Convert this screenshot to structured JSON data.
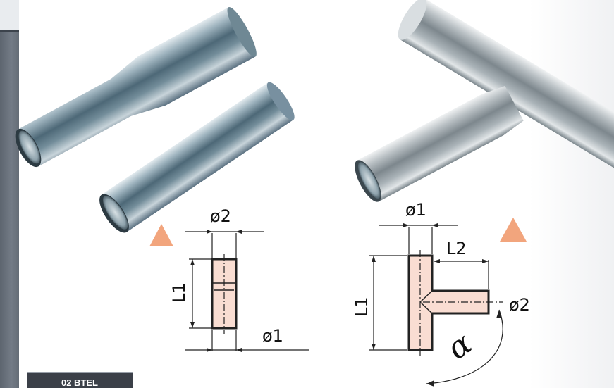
{
  "code_label": "02 BTEL",
  "reducer_drawing": {
    "diameter_top": "ø2",
    "length": "L1",
    "diameter_bottom": "ø1"
  },
  "tee_drawing": {
    "diameter_main": "ø1",
    "branch_length": "L2",
    "length": "L1",
    "diameter_branch": "ø2",
    "angle": "α"
  },
  "colors": {
    "sidebar": "#6a727c",
    "code_tab": "#3b4048",
    "marker_triangle": "#f2a57d",
    "drawing_fill": "#f9ddd2",
    "drawing_outline": "#222222"
  },
  "icons": {
    "marker": "warning-triangle-icon"
  }
}
